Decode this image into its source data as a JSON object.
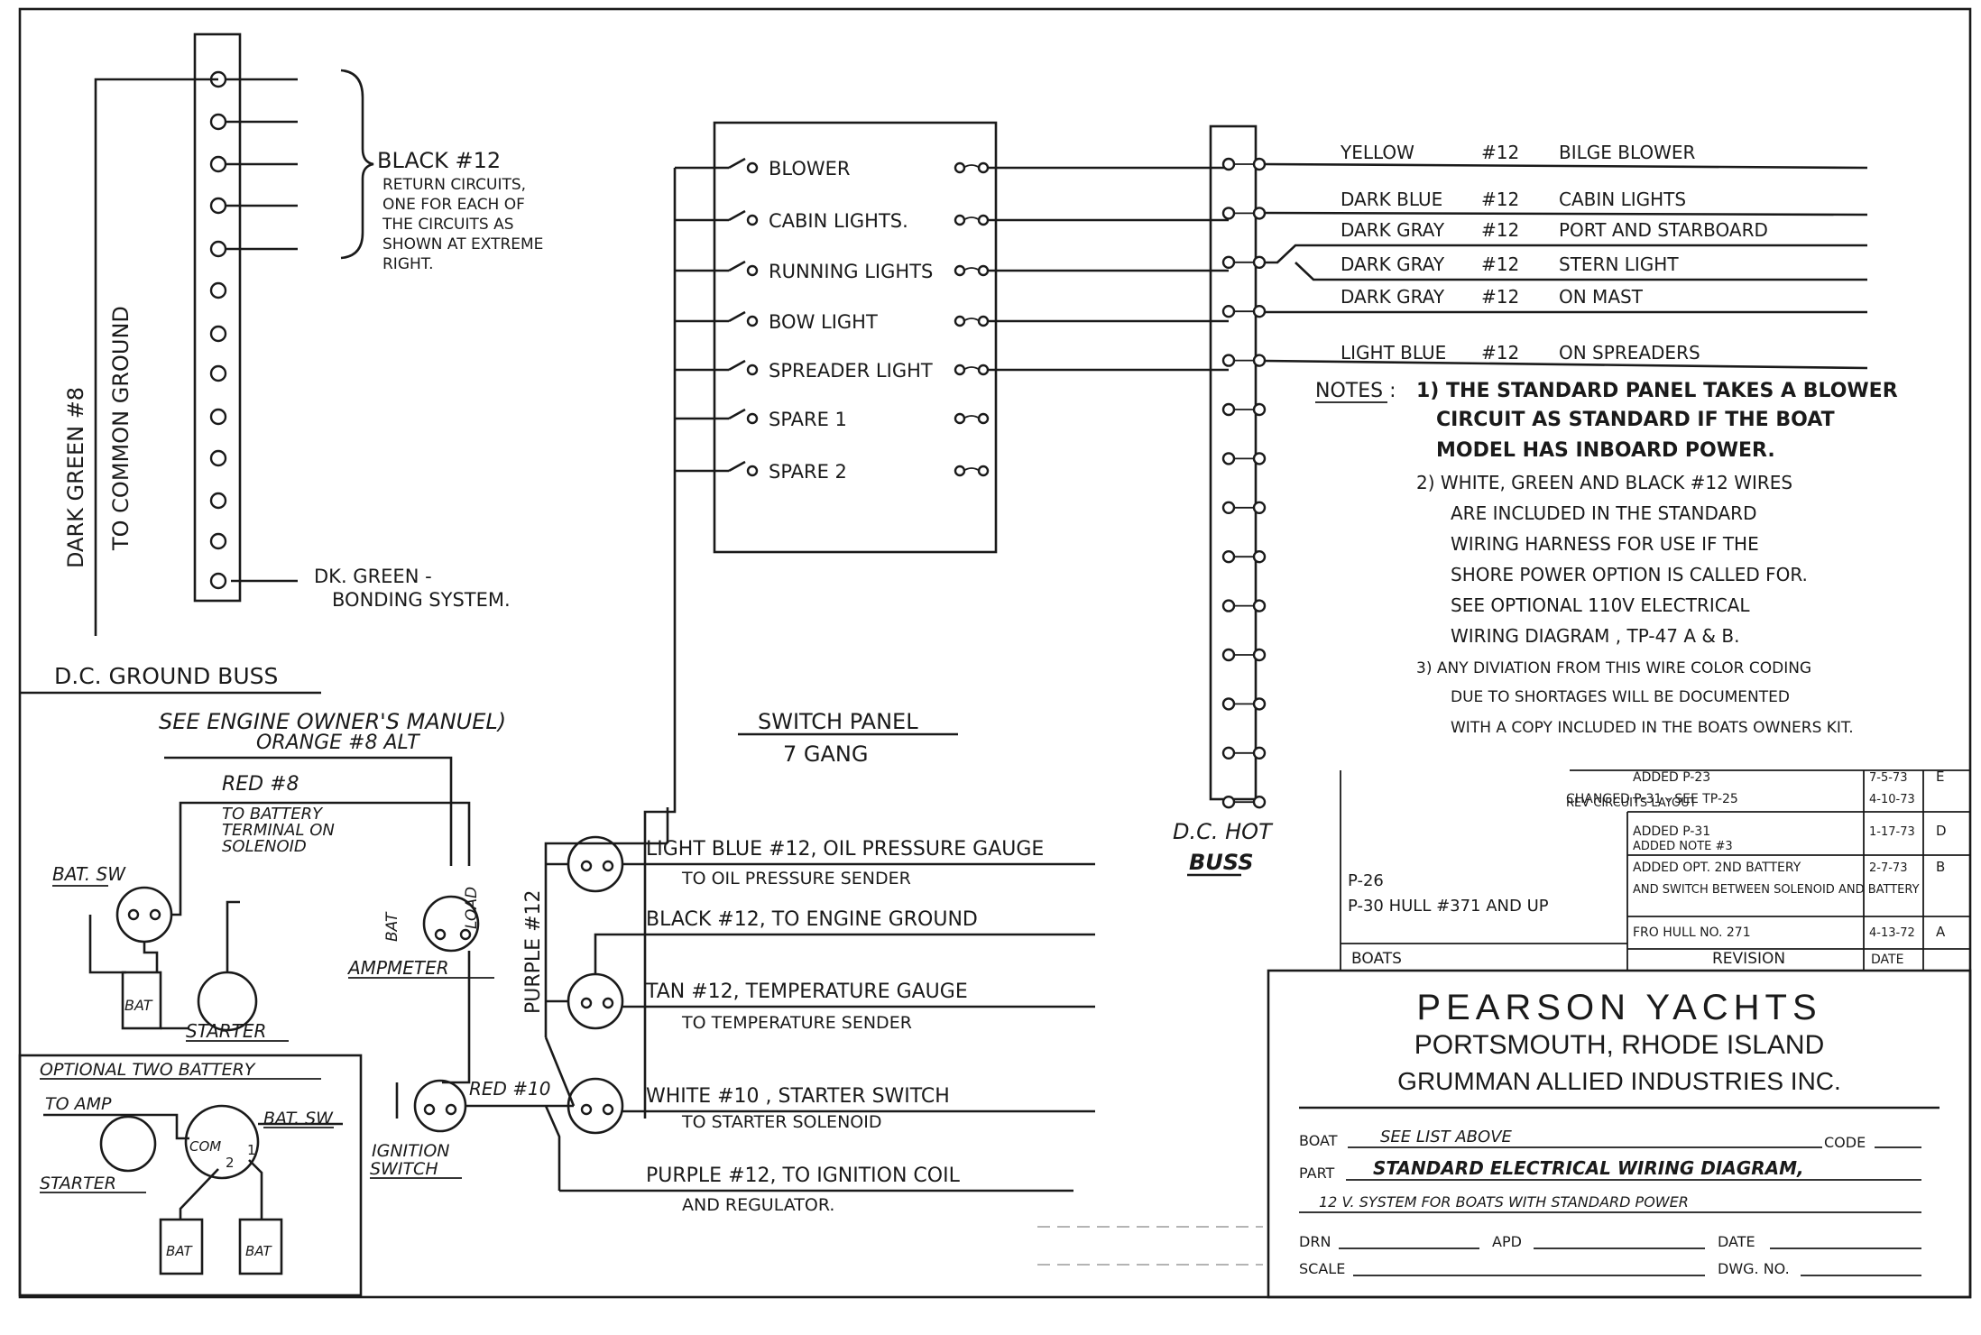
{
  "ground_buss": {
    "left_wire": "DARK GREEN #8",
    "left_wire_sub": "TO COMMON GROUND",
    "return_label": [
      "BLACK #12",
      "RETURN CIRCUITS,",
      "ONE FOR EACH OF",
      "THE CIRCUITS AS",
      "SHOWN AT EXTREME",
      "RIGHT."
    ],
    "bonding": [
      "DK. GREEN -",
      "BONDING SYSTEM."
    ],
    "title": "D.C. GROUND BUSS"
  },
  "switch_panel": {
    "switches": [
      "BLOWER",
      "CABIN LIGHTS.",
      "RUNNING LIGHTS",
      "BOW LIGHT",
      "SPREADER LIGHT",
      "SPARE 1",
      "SPARE 2"
    ],
    "title": "SWITCH PANEL",
    "subtitle": "7 GANG"
  },
  "hot_buss": {
    "title": "D.C. HOT",
    "title2": "BUSS"
  },
  "circuits": [
    {
      "color": "YELLOW",
      "gauge": "#12",
      "dest": "BILGE BLOWER"
    },
    {
      "color": "DARK BLUE",
      "gauge": "#12",
      "dest": "CABIN LIGHTS"
    },
    {
      "color": "DARK GRAY",
      "gauge": "#12",
      "dest": "PORT AND STARBOARD"
    },
    {
      "color": "DARK GRAY",
      "gauge": "#12",
      "dest": "STERN LIGHT"
    },
    {
      "color": "DARK GRAY",
      "gauge": "#12",
      "dest": "ON MAST"
    },
    {
      "color": "LIGHT BLUE",
      "gauge": "#12",
      "dest": "ON SPREADERS"
    }
  ],
  "notes": {
    "heading": "NOTES :",
    "n1": [
      "1) THE STANDARD PANEL TAKES A BLOWER",
      "CIRCUIT AS STANDARD IF THE BOAT",
      "MODEL HAS INBOARD POWER."
    ],
    "n2": [
      "2) WHITE, GREEN AND BLACK #12 WIRES",
      "ARE INCLUDED IN THE STANDARD",
      "WIRING HARNESS FOR USE IF THE",
      "SHORE POWER OPTION IS CALLED FOR.",
      "SEE OPTIONAL 110V ELECTRICAL",
      "WIRING DIAGRAM , TP-47 A & B."
    ],
    "n3": [
      "3) ANY DIVIATION FROM THIS WIRE COLOR CODING",
      "DUE TO SHORTAGES WILL BE DOCUMENTED",
      "WITH A COPY INCLUDED IN THE BOATS OWNERS KIT."
    ]
  },
  "engine": {
    "manual_note": "SEE ENGINE OWNER'S MANUEL)",
    "orange": "ORANGE #8 ALT",
    "red8": "RED #8",
    "to_battery": [
      "TO BATTERY",
      "TERMINAL ON",
      "SOLENOID"
    ],
    "bat_sw": "BAT. SW",
    "bat": "BAT",
    "starter": "STARTER",
    "ampmeter": "AMPMETER",
    "amp_bat": "BAT",
    "amp_load": "LOAD",
    "purple12": "PURPLE #12",
    "red10": "RED #10",
    "ignition": [
      "IGNITION",
      "SWITCH"
    ],
    "wires": [
      {
        "main": "LIGHT BLUE #12, OIL PRESSURE GAUGE",
        "sub": "TO OIL PRESSURE SENDER"
      },
      {
        "main": "BLACK #12, TO ENGINE GROUND",
        "sub": ""
      },
      {
        "main": "TAN #12, TEMPERATURE GAUGE",
        "sub": "TO TEMPERATURE SENDER"
      },
      {
        "main": "WHITE #10 , STARTER SWITCH",
        "sub": "TO STARTER SOLENOID"
      },
      {
        "main": "PURPLE #12, TO IGNITION COIL",
        "sub": "AND REGULATOR."
      }
    ]
  },
  "optional": {
    "title": "OPTIONAL TWO BATTERY",
    "to_amp": "TO AMP",
    "bat_sw": "BAT. SW",
    "starter": "STARTER",
    "com": "COM",
    "one": "1",
    "two": "2",
    "bat": "BAT"
  },
  "revisions": {
    "rows": [
      {
        "text": "ADDED P-23",
        "sub": "",
        "date": "7-5-73",
        "rev": "E"
      },
      {
        "text": "CHANGED P-31 - SEE TP-25",
        "sub": "REV CIRCUITS LAYOUT",
        "date": "4-10-73",
        "rev": ""
      },
      {
        "text": "ADDED P-31",
        "sub": "ADDED NOTE #3",
        "date": "1-17-73",
        "rev": "D"
      },
      {
        "text": "ADDED OPT. 2ND BATTERY",
        "sub": "AND SWITCH BETWEEN SOLENOID AND BATTERY",
        "date": "2-7-73",
        "rev": "B"
      },
      {
        "text": "FRO HULL NO. 271",
        "sub": "",
        "date": "4-13-72",
        "rev": "A"
      }
    ],
    "revision_label": "REVISION",
    "date_label": "DATE",
    "boats_label": "BOATS",
    "boats": [
      "P-26",
      "P-30 HULL #371 AND UP"
    ]
  },
  "title_block": {
    "company": "PEARSON YACHTS",
    "location": "PORTSMOUTH, RHODE ISLAND",
    "parent": "GRUMMAN ALLIED INDUSTRIES INC.",
    "boat_label": "BOAT",
    "boat_value": "SEE LIST ABOVE",
    "code_label": "CODE",
    "part_label": "PART",
    "part_value": "STANDARD ELECTRICAL WIRING DIAGRAM,",
    "part_value2": "12 V. SYSTEM FOR BOATS WITH STANDARD POWER",
    "drn_label": "DRN",
    "apd_label": "APD",
    "date_label": "DATE",
    "scale_label": "SCALE",
    "dwg_label": "DWG. NO."
  }
}
